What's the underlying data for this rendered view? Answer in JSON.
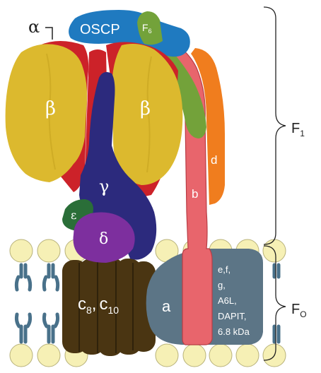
{
  "labels": {
    "alpha": "α",
    "oscp": "OSCP",
    "f6_main": "F",
    "f6_sub": "6",
    "beta_left": "β",
    "beta_right": "β",
    "gamma": "γ",
    "epsilon": "ε",
    "delta": "δ",
    "d": "d",
    "b": "b",
    "a": "a",
    "c_main1": "c",
    "c_sub1": "8",
    "c_comma": ",",
    "c_main2": "c",
    "c_sub2": "10",
    "subunits_lines": [
      "e,f,",
      "g,",
      "A6L,",
      "DAPIT,",
      "6.8 kDa"
    ],
    "f1_main": "F",
    "f1_sub": "1",
    "fo_main": "F",
    "fo_sub": "O"
  },
  "colors": {
    "beta": "#dcb92e",
    "alpha": "#cc2229",
    "oscp": "#1f7ac0",
    "f6": "#73a23a",
    "peripheral_pink": "#e8656c",
    "d_orange": "#f07d1e",
    "gamma": "#2c2a7d",
    "delta": "#7d2f9e",
    "epsilon": "#2a6e38",
    "c_ring": "#4a3512",
    "a_subunit": "#5c7586",
    "lipid_head": "#f6f0b5",
    "lipid_tail": "#49718a"
  }
}
